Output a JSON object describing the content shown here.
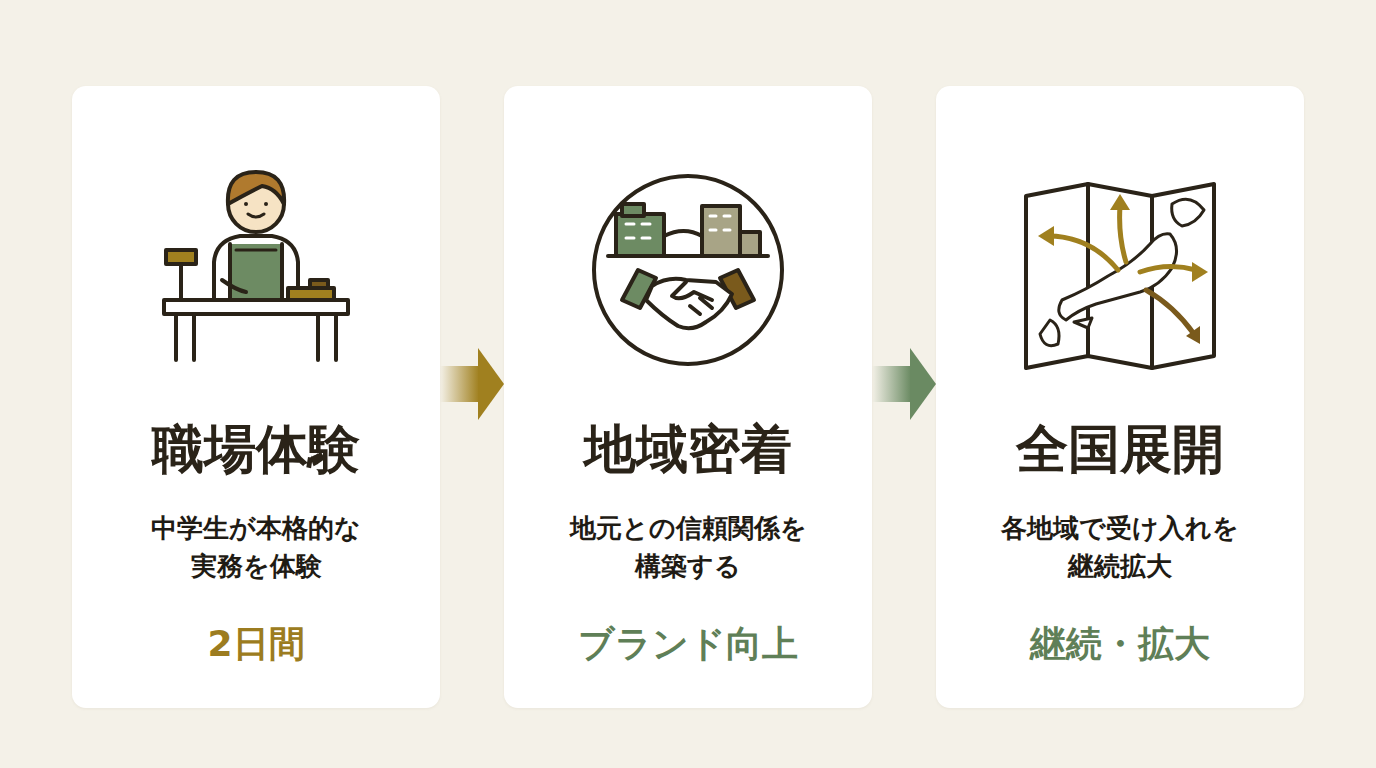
{
  "diagram": {
    "nodes": [
      {
        "text": [
          "職場体験",
          "中学生が本格的な 実務を体験",
          "2日間"
        ]
      },
      {
        "text": [
          "地域密着",
          "地元との信頼関係を 構築する",
          "ブランド向上"
        ]
      },
      {
        "text": [
          "全国展開",
          "各地域で受け入れを 継続拡大",
          "継続・拡大"
        ]
      }
    ],
    "edges": [
      {
        "from": 0,
        "to": 1,
        "arrow": "to"
      },
      {
        "from": 1,
        "to": 2,
        "arrow": "to"
      }
    ]
  }
}
